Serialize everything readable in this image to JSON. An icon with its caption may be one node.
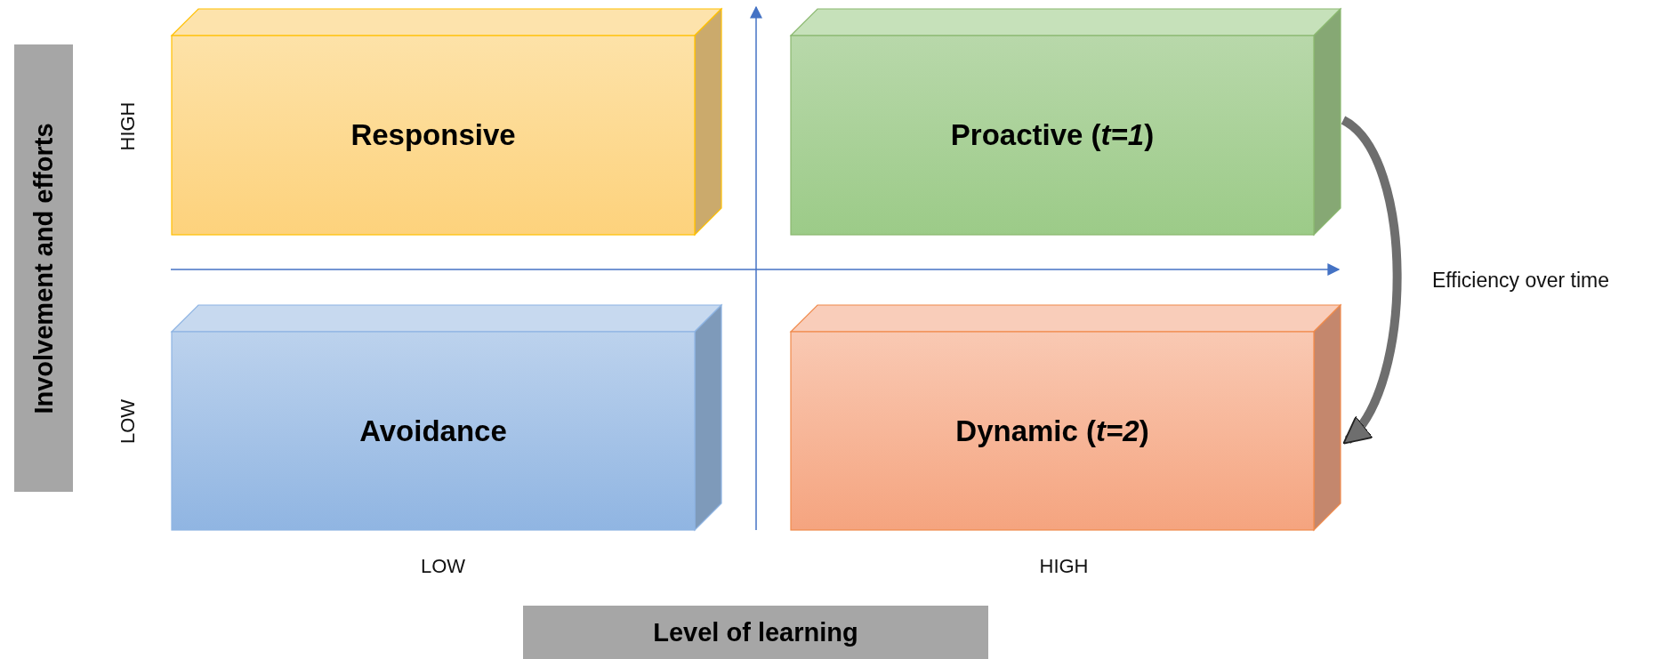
{
  "diagram": {
    "nodes": [
      {
        "text": [
          "Responsive"
        ]
      },
      {
        "text": [
          "Proactive (*t=1*)"
        ]
      },
      {
        "text": [
          "Avoidance"
        ]
      },
      {
        "text": [
          "Dynamic (*t=2*)"
        ]
      },
      {
        "text": [
          "Involvement and efforts"
        ]
      },
      {
        "text": [
          "Level of learning"
        ]
      }
    ],
    "edges": [
      {
        "from": 1,
        "to": 3,
        "arrow": "to",
        "label": "Efficiency over time"
      }
    ],
    "labels": [
      "HIGH",
      "LOW",
      "LOW",
      "HIGH"
    ]
  }
}
